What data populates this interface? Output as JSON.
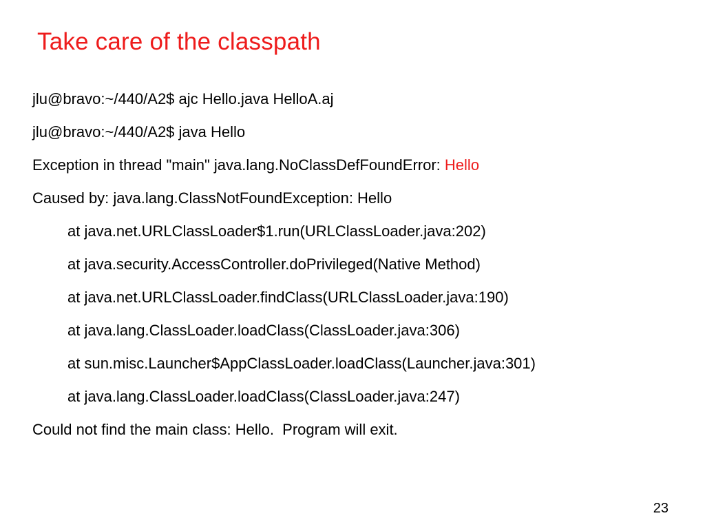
{
  "slide": {
    "title": "Take care of the classpath",
    "page_number": "23",
    "colors": {
      "title": "#ee1c1c",
      "highlight": "#ee1c1c",
      "text": "#000000",
      "background": "#ffffff"
    },
    "lines": {
      "cmd1": "jlu@bravo:~/440/A2$ ajc Hello.java HelloA.aj",
      "cmd2": "jlu@bravo:~/440/A2$ java Hello",
      "exception_prefix": "Exception in thread \"main\" java.lang.NoClassDefFoundError: ",
      "exception_highlight": "Hello",
      "caused_by": "Caused by: java.lang.ClassNotFoundException: Hello",
      "trace": [
        "at java.net.URLClassLoader$1.run(URLClassLoader.java:202)",
        "at java.security.AccessController.doPrivileged(Native Method)",
        "at java.net.URLClassLoader.findClass(URLClassLoader.java:190)",
        "at java.lang.ClassLoader.loadClass(ClassLoader.java:306)",
        "at sun.misc.Launcher$AppClassLoader.loadClass(Launcher.java:301)",
        "at java.lang.ClassLoader.loadClass(ClassLoader.java:247)"
      ],
      "final": "Could not find the main class: Hello.  Program will exit."
    }
  }
}
